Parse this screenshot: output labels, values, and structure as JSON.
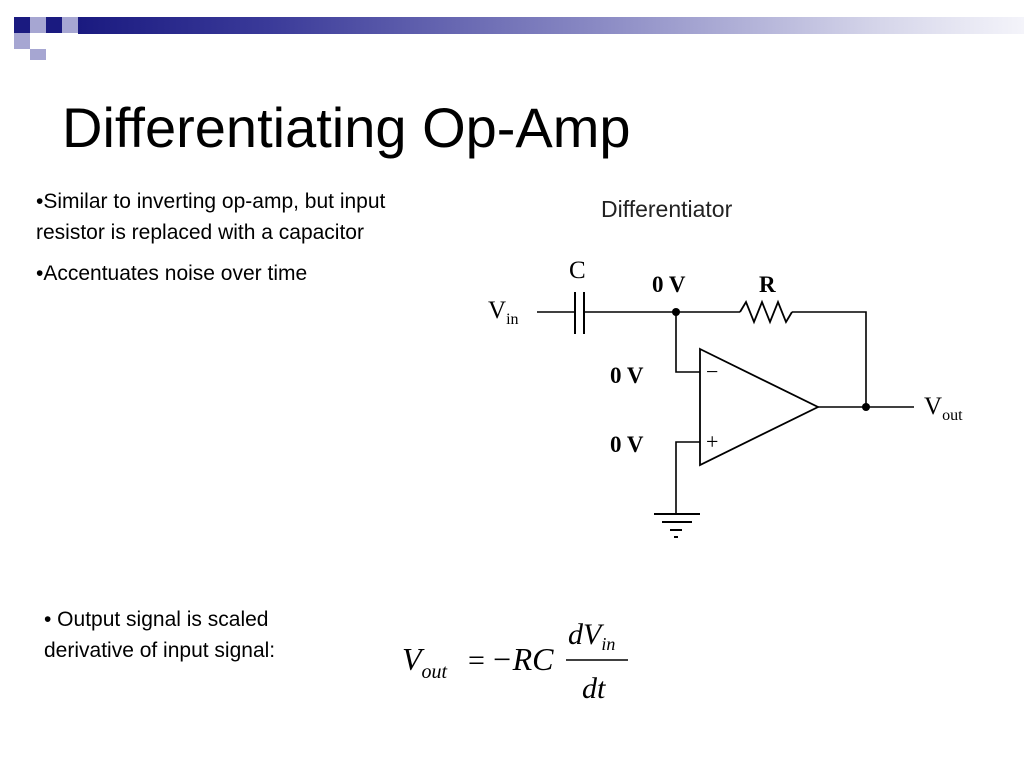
{
  "slide": {
    "title": "Differentiating Op-Amp",
    "bullets_top": [
      "•Similar to inverting op-amp, but input resistor is replaced with a capacitor",
      "•Accentuates noise over time"
    ],
    "bullet_bottom": "• Output signal is scaled derivative of input signal:",
    "colors": {
      "accent_dark": "#1a1a80",
      "accent_light": "#a6a6d2"
    }
  },
  "diagram": {
    "title": "Differentiator",
    "labels": {
      "capacitor": "C",
      "resistor": "R",
      "node_voltage": "0 V",
      "inverting_input_voltage": "0 V",
      "noninverting_input_voltage": "0 V",
      "minus_sign": "−",
      "plus_sign": "+",
      "vin_main": "V",
      "vin_sub": "in",
      "vout_main": "V",
      "vout_sub": "out"
    }
  },
  "equation": {
    "lhs_main": "V",
    "lhs_sub": "out",
    "equals": "=",
    "rhs": "−RC",
    "numerator_main": "dV",
    "numerator_sub": "in",
    "denominator": "dt"
  }
}
